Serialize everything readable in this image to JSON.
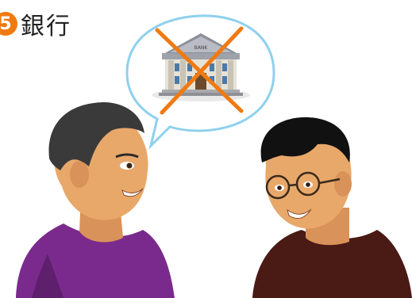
{
  "header": {
    "number": "5",
    "title": "銀行"
  },
  "bubble": {
    "building_sign": "BANK"
  },
  "colors": {
    "accent": "#f07a12",
    "bubble_border": "#8fd0ee",
    "cross": "#f07a12",
    "left_shirt": "#7a2a8c",
    "right_shirt": "#4a1a14",
    "skin": "#e8a86a"
  },
  "icons": {
    "bank": "bank-building-icon",
    "cross": "cross-mark-icon"
  }
}
